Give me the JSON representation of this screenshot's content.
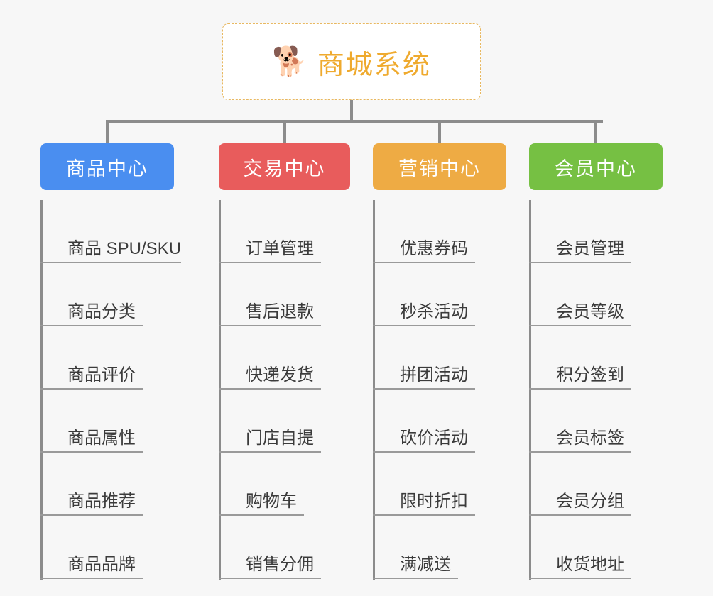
{
  "diagram": {
    "title": "商城系统",
    "background_color": "#f7f7f7",
    "root": {
      "icon": "shiba-dog-face-emoji",
      "icon_glyph": "🐕",
      "label": "商城系统",
      "text_color": "#efaa2e",
      "border_color": "#e8b860",
      "background_color": "#ffffff"
    },
    "connector_color": "#8c8c8c",
    "categories": [
      {
        "label": "商品中心",
        "color": "#4a8ef0",
        "items": [
          "商品 SPU/SKU",
          "商品分类",
          "商品评价",
          "商品属性",
          "商品推荐",
          "商品品牌"
        ]
      },
      {
        "label": "交易中心",
        "color": "#e85c5c",
        "items": [
          "订单管理",
          "售后退款",
          "快递发货",
          "门店自提",
          "购物车",
          "销售分佣"
        ]
      },
      {
        "label": "营销中心",
        "color": "#eeab44",
        "items": [
          "优惠券码",
          "秒杀活动",
          "拼团活动",
          "砍价活动",
          "限时折扣",
          "满减送"
        ]
      },
      {
        "label": "会员中心",
        "color": "#76c043",
        "items": [
          "会员管理",
          "会员等级",
          "积分签到",
          "会员标签",
          "会员分组",
          "收货地址"
        ]
      }
    ]
  }
}
